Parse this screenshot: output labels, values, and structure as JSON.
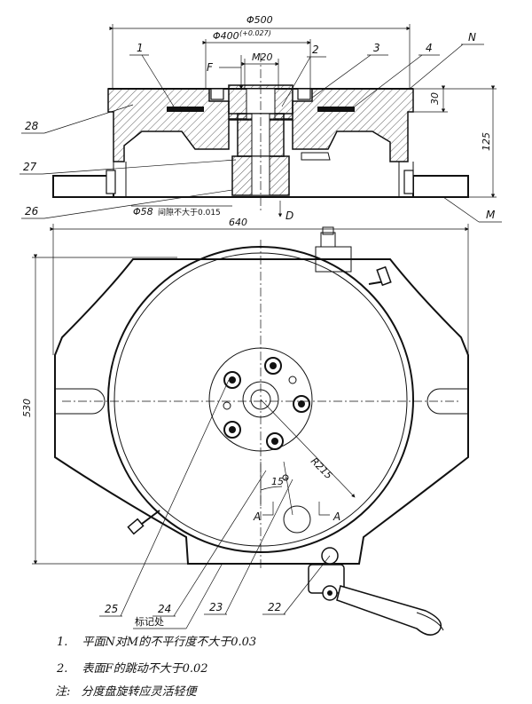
{
  "top_view": {
    "dims": {
      "phi500": "Φ500",
      "phi400": "Φ400",
      "phi400_tol": "(+0.027)",
      "m20": "M20",
      "h30": "30",
      "h125": "125",
      "phi58": "Φ58",
      "phi58_note": "间隙不大于0.015",
      "d": "D"
    },
    "letters": {
      "f": "F",
      "n": "N",
      "m": "M"
    },
    "callouts": {
      "c1": "1",
      "c2": "2",
      "c3": "3",
      "c4": "4",
      "c26": "26",
      "c27": "27",
      "c28": "28"
    }
  },
  "plan_view": {
    "dims": {
      "w640": "640",
      "h530": "530",
      "r215": "R215",
      "angle15": "15°"
    },
    "section_a_left": "A",
    "section_a_right": "A",
    "callouts": {
      "c22": "22",
      "c23": "23",
      "c24": "24",
      "c25": "25"
    },
    "mark_place": "标记处"
  },
  "notes": {
    "n1_num": "1.",
    "n1_text": "平面N对M的不平行度不大于0.03",
    "n2_num": "2.",
    "n2_text": "表面F的跳动不大于0.02",
    "n3_num": "注:",
    "n3_text": "分度盘旋转应灵活轻便"
  }
}
